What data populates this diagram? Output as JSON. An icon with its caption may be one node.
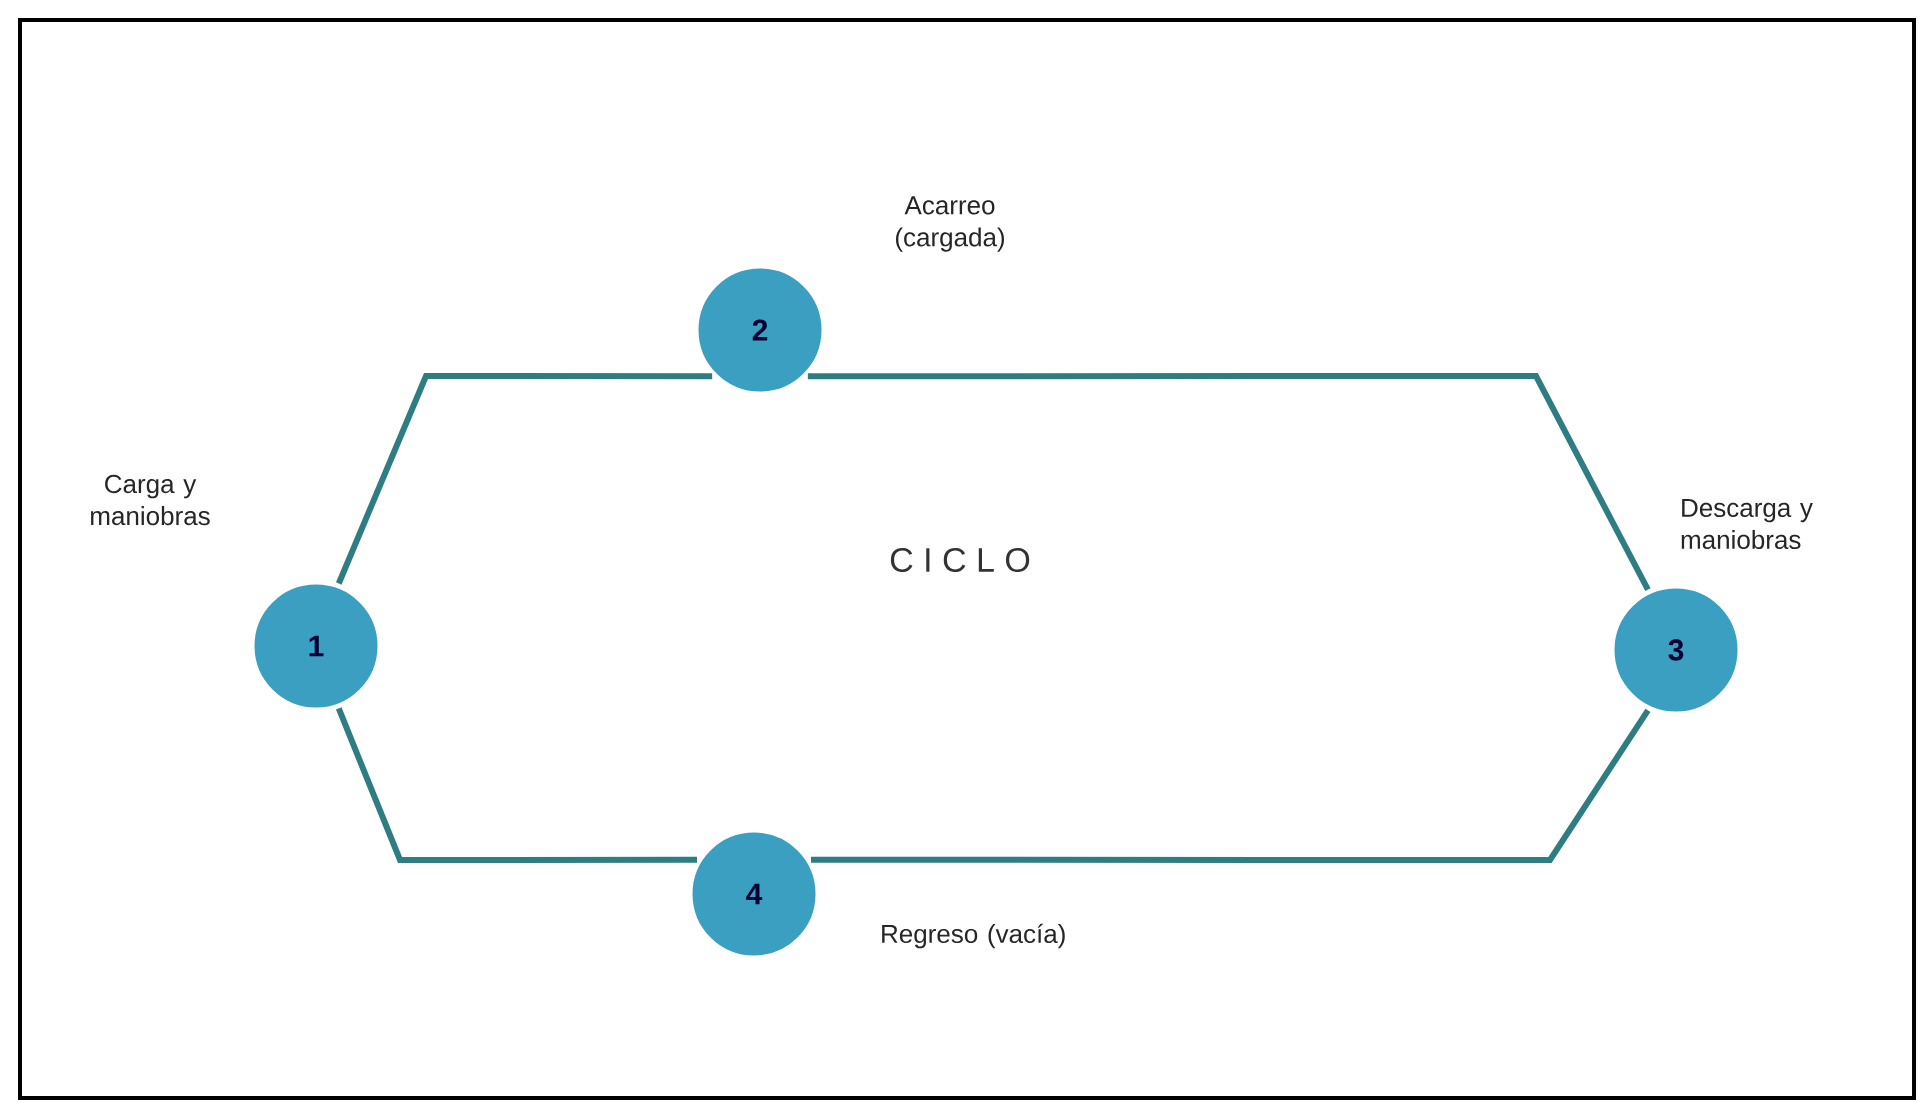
{
  "diagram": {
    "nodes": [
      {
        "text": [
          "1"
        ],
        "beside": [
          "Carga y maniobras"
        ]
      },
      {
        "text": [
          "2"
        ],
        "beside": [
          "Acarreo (cargada)"
        ]
      },
      {
        "text": [
          "3"
        ],
        "beside": [
          "Descarga y maniobras"
        ]
      },
      {
        "text": [
          "4"
        ],
        "beside": [
          "Regreso (vacía)"
        ]
      }
    ],
    "edges": [
      {
        "from": 0,
        "to": 1,
        "arrow": "none"
      },
      {
        "from": 1,
        "to": 2,
        "arrow": "none"
      },
      {
        "from": 2,
        "to": 3,
        "arrow": "none"
      },
      {
        "from": 3,
        "to": 0,
        "arrow": "none"
      }
    ],
    "labels": [
      "C I C L O"
    ]
  }
}
